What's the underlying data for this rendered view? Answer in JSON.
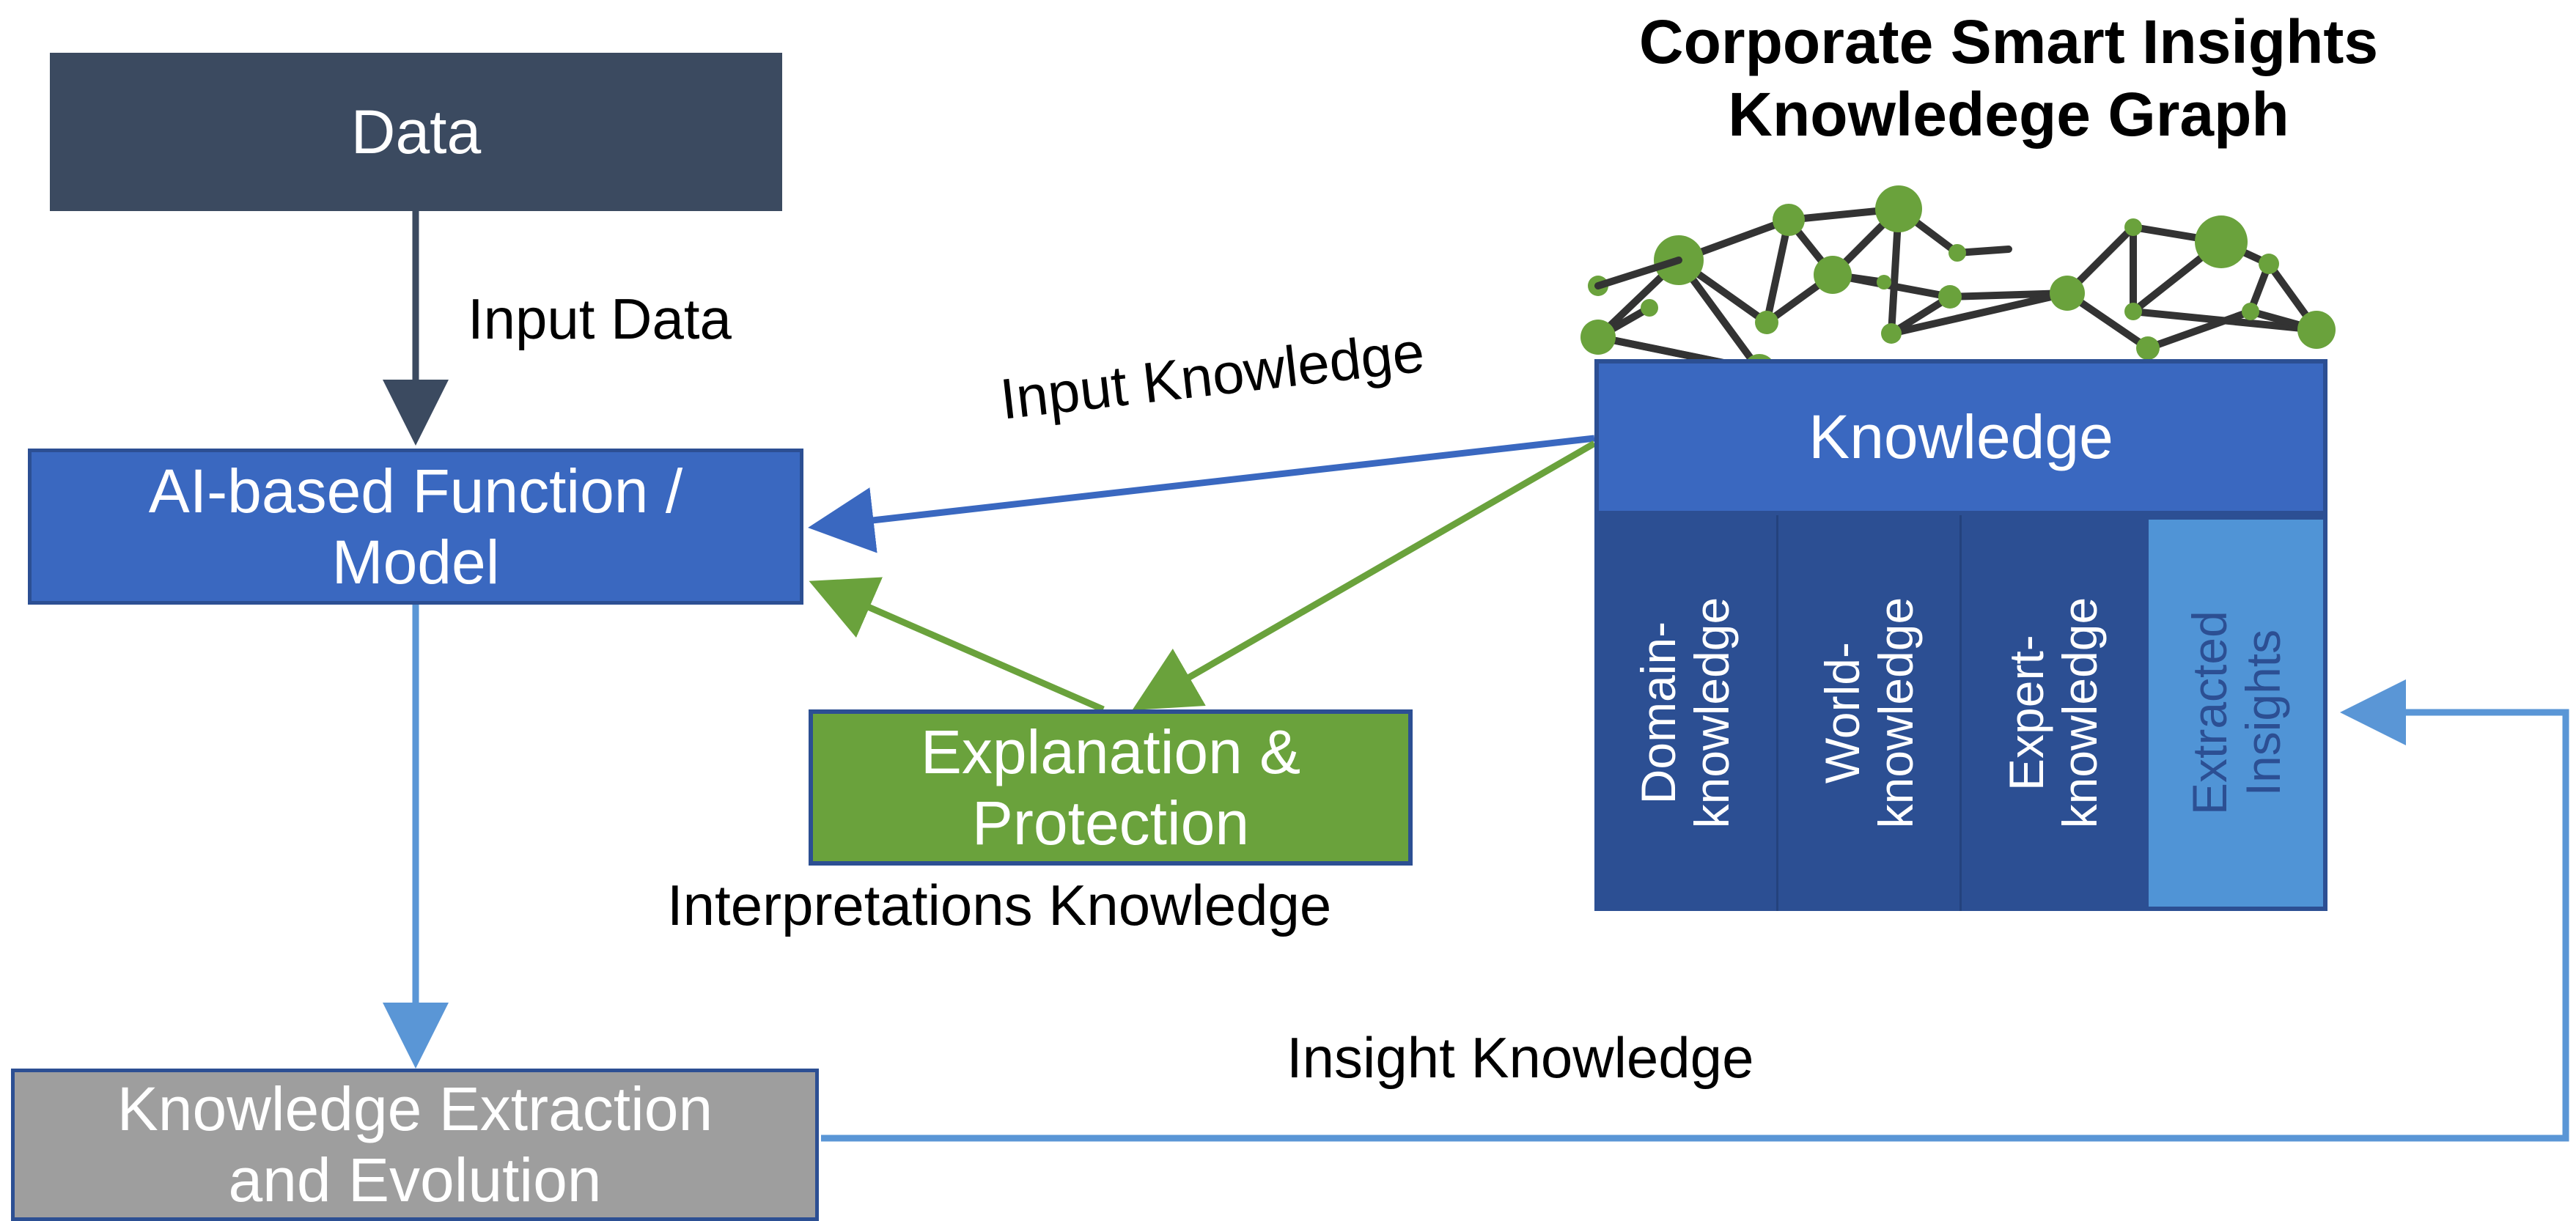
{
  "title": {
    "line1": "Corporate Smart Insights",
    "line2": "Knowledege Graph"
  },
  "nodes": {
    "data": {
      "label": "Data"
    },
    "model": {
      "line1": "AI-based Function /",
      "line2": "Model"
    },
    "extraction": {
      "line1": "Knowledge Extraction",
      "line2": "and Evolution"
    },
    "explanation": {
      "line1": "Explanation &",
      "line2": "Protection"
    },
    "knowledge": {
      "label": "Knowledge"
    }
  },
  "knowledge_columns": [
    {
      "line1": "Domain-",
      "line2": "knowledge"
    },
    {
      "line1": "World-",
      "line2": "knowledge"
    },
    {
      "line1": "Expert-",
      "line2": "knowledge"
    },
    {
      "line1": "Extracted",
      "line2": "Insights"
    }
  ],
  "edge_labels": {
    "input_data": "Input Data",
    "input_knowledge": "Input Knowledge",
    "interpretations": "Interpretations Knowledge",
    "insight": "Insight Knowledge"
  },
  "colors": {
    "data_box": "#3b4a60",
    "model_box": "#3a68c0",
    "extraction_box": "#9e9e9e",
    "explanation_box": "#6aa23c",
    "knowledge_header": "#3a68c0",
    "knowledge_columns": "#2c4f93",
    "extracted_insights": "#5094d6",
    "arrow_dark": "#3b4a60",
    "arrow_blue": "#4a7cc7",
    "arrow_lightblue": "#5a96d6",
    "arrow_green": "#6aa23c",
    "graph_node": "#6aa23c",
    "graph_edge": "#333333"
  },
  "icons": [
    "knowledge-graph-network-icon"
  ]
}
